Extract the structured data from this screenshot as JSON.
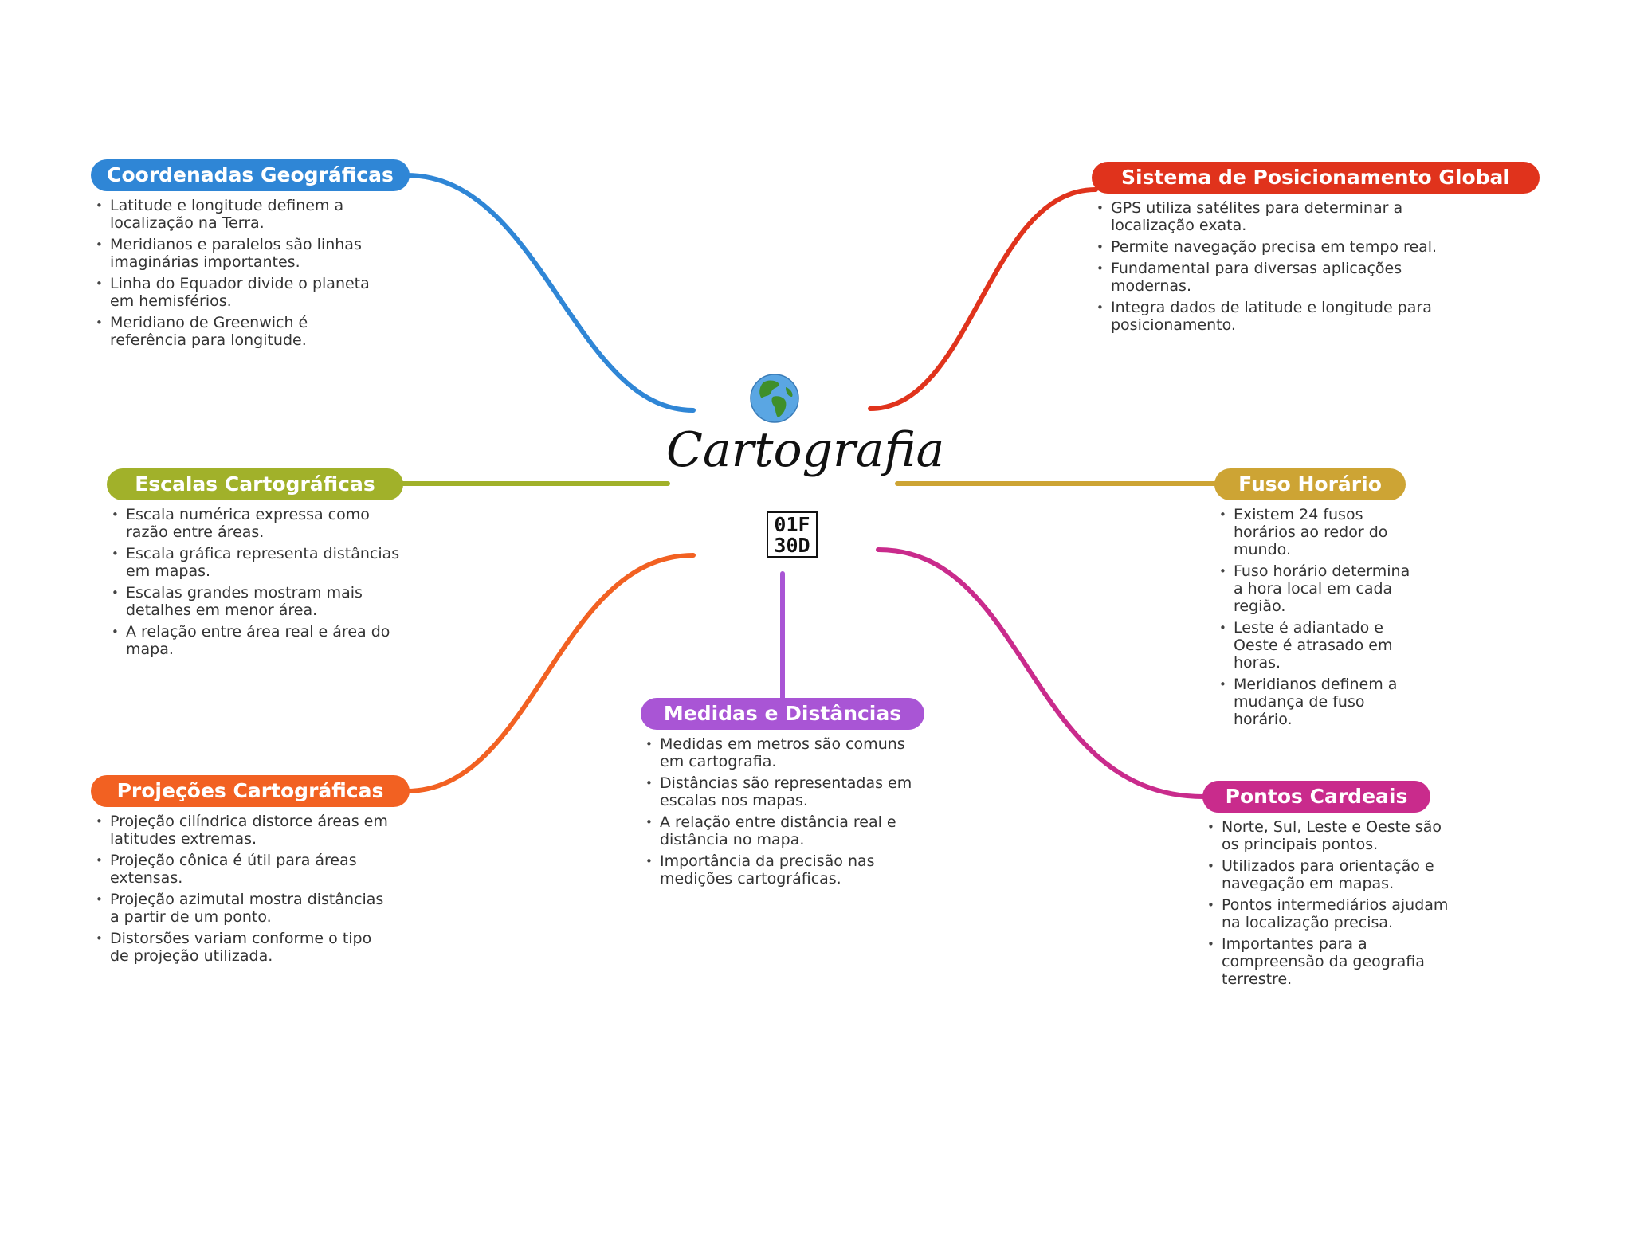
{
  "center": {
    "title": "Cartografia",
    "icon": "earth-globe-icon",
    "missing_glyph_line1": "01F",
    "missing_glyph_line2": "30D"
  },
  "colors": {
    "coordenadas": "#2f86d6",
    "gps": "#e0331c",
    "escalas": "#a1b12a",
    "fuso": "#cda434",
    "projecoes": "#f26122",
    "medidas": "#a955d5",
    "pontos": "#c92b8c"
  },
  "branches": {
    "coordenadas": {
      "title": "Coordenadas Geográficas",
      "items": [
        "Latitude e longitude definem a localização na Terra.",
        "Meridianos e paralelos são linhas imaginárias importantes.",
        "Linha do Equador divide o planeta em hemisférios.",
        "Meridiano de Greenwich é referência para longitude."
      ]
    },
    "gps": {
      "title": "Sistema de Posicionamento Global",
      "items": [
        "GPS utiliza satélites para determinar a localização exata.",
        "Permite navegação precisa em tempo real.",
        "Fundamental para diversas aplicações modernas.",
        "Integra dados de latitude e longitude para posicionamento."
      ]
    },
    "escalas": {
      "title": "Escalas Cartográficas",
      "items": [
        "Escala numérica expressa como razão entre áreas.",
        "Escala gráfica representa distâncias em mapas.",
        "Escalas grandes mostram mais detalhes em menor área.",
        "A relação entre área real e área do mapa."
      ]
    },
    "fuso": {
      "title": "Fuso Horário",
      "items": [
        "Existem 24 fusos horários ao redor do mundo.",
        "Fuso horário determina a hora local em cada região.",
        "Leste é adiantado e Oeste é atrasado em horas.",
        "Meridianos definem a mudança de fuso horário."
      ]
    },
    "projecoes": {
      "title": "Projeções Cartográficas",
      "items": [
        "Projeção cilíndrica distorce áreas em latitudes extremas.",
        "Projeção cônica é útil para áreas extensas.",
        "Projeção azimutal mostra distâncias a partir de um ponto.",
        "Distorsões variam conforme o tipo de projeção utilizada."
      ]
    },
    "medidas": {
      "title": "Medidas e Distâncias",
      "items": [
        "Medidas em metros são comuns em cartografia.",
        "Distâncias são representadas em escalas nos mapas.",
        "A relação entre distância real e distância no mapa.",
        "Importância da precisão nas medições cartográficas."
      ]
    },
    "pontos": {
      "title": "Pontos Cardeais",
      "items": [
        "Norte, Sul, Leste e Oeste são os principais pontos.",
        "Utilizados para orientação e navegação em mapas.",
        "Pontos intermediários ajudam na localização precisa.",
        "Importantes para a compreensão da geografia terrestre."
      ]
    }
  }
}
